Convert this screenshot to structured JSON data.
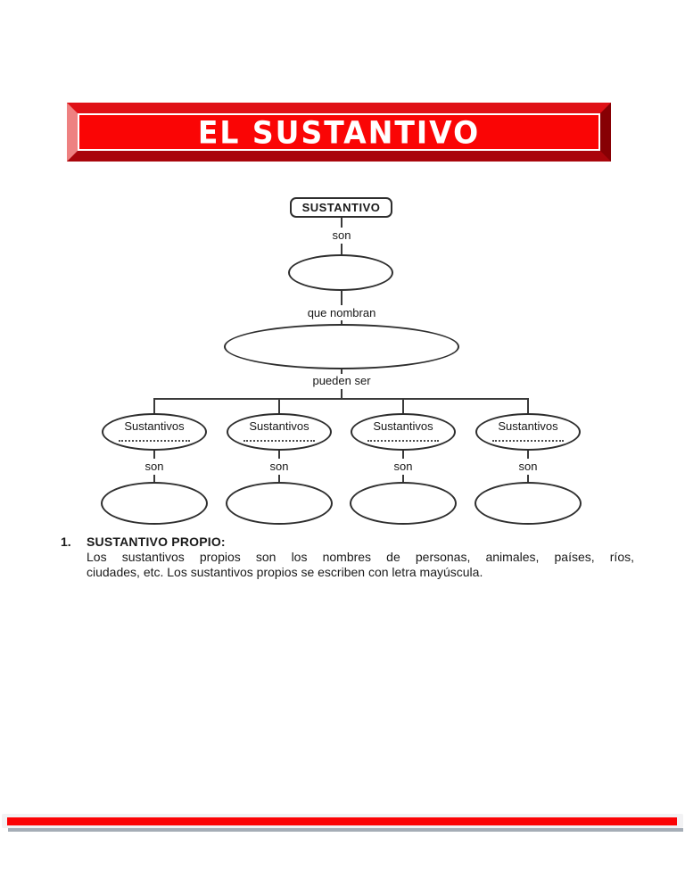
{
  "banner": {
    "title": "EL SUSTANTIVO",
    "face_color": "#fa0505",
    "bevel_top_color": "#e01016",
    "bevel_left_color": "#ee8181",
    "bevel_right_color": "#870004",
    "bevel_bottom_color": "#a9050b",
    "text_color": "#ffffff"
  },
  "diagram": {
    "root_label": "SUSTANTIVO",
    "connector_label_1": "son",
    "connector_label_2": "que nombran",
    "connector_label_3": "pueden ser",
    "branches": [
      {
        "label": "Sustantivos",
        "connector_label": "son"
      },
      {
        "label": "Sustantivos",
        "connector_label": "son"
      },
      {
        "label": "Sustantivos",
        "connector_label": "son"
      },
      {
        "label": "Sustantivos",
        "connector_label": "son"
      }
    ]
  },
  "section": {
    "number": "1.",
    "heading": "SUSTANTIVO PROPIO:",
    "body_line_1": "Los sustantivos propios son los nombres de personas, animales, países, ríos,",
    "body_line_2": "ciudades, etc. Los sustantivos propios se escriben con letra mayúscula."
  },
  "footer": {
    "band_color": "#f2f2f4",
    "stripe_color": "#fb0305",
    "shadow_color": "#a5adb6"
  }
}
